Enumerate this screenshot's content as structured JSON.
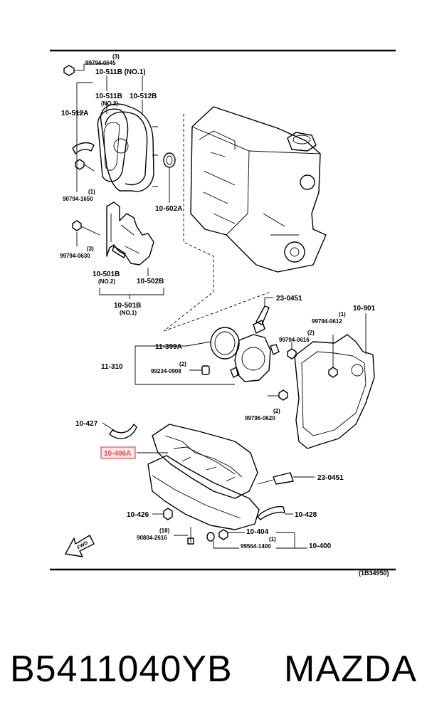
{
  "labels": {
    "b_99794_0645_qty": "(3)",
    "b_99794_0645": "99794-0645",
    "c_10_511B_no1": "10-511B (NO.1)",
    "c_10_511B": "10-511B",
    "c_10_511B_no2": "(NO.2)",
    "c_10_512B": "10-512B",
    "c_10_512A": "10-512A",
    "c_90794_1650_qty": "(1)",
    "c_90794_1650": "90794-1650",
    "c_10_602A": "10-602A",
    "c_99794_0630_qty": "(3)",
    "c_99794_0630": "99794-0630",
    "c_10_501B_no2": "10-501B",
    "c_10_501B_no2_sub": "(NO.2)",
    "c_10_502B": "10-502B",
    "c_10_501B_no1": "10-501B",
    "c_10_501B_no1_sub": "(NO.1)",
    "m_23_0451_top": "23-0451",
    "m_10_901": "10-901",
    "m_99794_0612_qty": "(1)",
    "m_99794_0612": "99794-0612",
    "m_99794_0616_qty": "(2)",
    "m_99794_0616": "99794-0616",
    "m_11_399A": "11-399A",
    "m_11_310": "11-310",
    "m_99234_0908_qty": "(2)",
    "m_99234_0908": "99234-0908",
    "m_99796_0620_qty": "(2)",
    "m_99796_0620": "99796-0620",
    "p_10_427": "10-427",
    "p_10_406A": "10-406A",
    "p_23_0451": "23-0451",
    "p_10_426": "10-426",
    "p_10_428": "10-428",
    "p_90804_2616_qty": "(18)",
    "p_90804_2616": "90804-2616",
    "p_10_404": "10-404",
    "p_99564_1400_qty": "(1)",
    "p_99564_1400": "99564-1400",
    "p_10_400": "10-400",
    "fwd": "FWD",
    "ref": "(1B34950)"
  },
  "highlight_color": "#d9534f",
  "footer": {
    "part_number": "B5411040YB",
    "brand": "MAZDA"
  }
}
